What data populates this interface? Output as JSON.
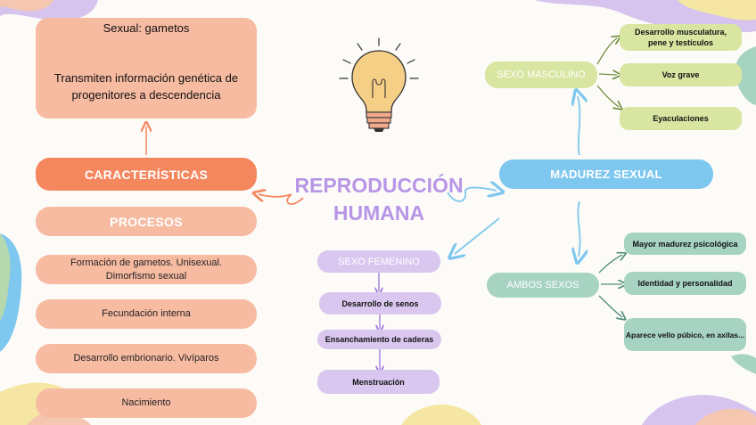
{
  "title": {
    "line1": "REPRODUCCIÓN",
    "line2": "HUMANA"
  },
  "left": {
    "top_box": {
      "line1": "Sexual: gametos",
      "line2": "Transmiten información genética de progenitores a descendencia"
    },
    "caracteristicas": "CARACTERÍSTICAS",
    "procesos": "PROCESOS",
    "items": [
      "Formación de gametos. Unisexual. Dimorfismo sexual",
      "Fecundación interna",
      "Desarrollo embrionario. Vivíparos",
      "Nacimiento"
    ]
  },
  "center": {
    "sexo_femenino": "SEXO FEMENINO",
    "items": [
      "Desarrollo de senos",
      "Ensanchamiento de caderas",
      "Menstruación"
    ]
  },
  "right": {
    "madurez": "MADUREZ SEXUAL",
    "sexo_masculino": "SEXO MASCULINO",
    "masc_items": [
      "Desarrollo musculatura, pene y testículos",
      "Voz grave",
      "Eyaculaciones"
    ],
    "ambos": "AMBOS SEXOS",
    "ambos_items": [
      "Mayor madurez psicológica",
      "Identidad y personalidad",
      "Aparece vello púbico, en axilas..."
    ]
  },
  "colors": {
    "peach": "#f7bba2",
    "orange": "#f4875e",
    "lavender": "#d9c7ef",
    "title_purple": "#b896e6",
    "blue": "#7ec7ef",
    "lime": "#d8e6a1",
    "sage": "#a7d3c2"
  },
  "icons": [
    "lightbulb-icon"
  ]
}
